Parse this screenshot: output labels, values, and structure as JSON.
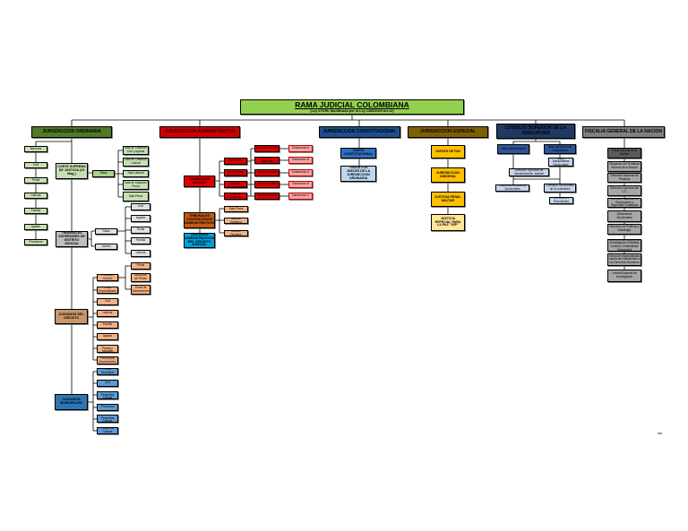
{
  "title": {
    "main": "RAMA JUDICIAL COLOMBIANA",
    "sub": "(Ley 270/96, Modificada por la Ley 1285/2009 Art.12)"
  },
  "ordinaria": {
    "label": "JURISDICCION ORDINARIA",
    "especialidades": [
      "Menores",
      "Civil",
      "Penal",
      "Laboral",
      "Familia",
      "Agrario",
      "Promiscuo"
    ],
    "corte": "CORTE SUPREMA DE JUSTICIA (23 Mag.)",
    "corte_salas_label": "Salas",
    "corte_salas": [
      "Sala de Casación Civil y Agraria",
      "Sala de Casación Laboral",
      "Sala Laboral",
      "Sala de Casación Penal",
      "Sala Plena"
    ],
    "tribunales": "TRIBUNALES SUPERIORES DE DISTRITO JUDICIAL",
    "tribunales_sub": [
      "Salas",
      "Jueces"
    ],
    "tribunales_salas": [
      "Civil",
      "Agrario",
      "Penal",
      "Familia",
      "Laboral"
    ],
    "circuito": "JUZGADOS DEL CIRCUITO",
    "circuito_items": [
      "Penal del Circuito",
      "Penal Especializado",
      "Civil",
      "Laboral",
      "Familia",
      "Agrario",
      "Ejecución de Penas y Medidas",
      "Penal para Adolescentes"
    ],
    "circuito_penal": [
      "Penal",
      "Ejecución de Penas",
      "Penal de Adolescentes"
    ],
    "municipales": "JUZGADOS MUNICIPALES",
    "municipales_items": [
      "Penal Municipal",
      "Civil",
      "Laboral de Pequeñas Causas",
      "Promiscuo",
      "Civil de Pequeñas Causas",
      "Pequeñas Causas"
    ]
  },
  "administrativa": {
    "label": "JURISDICCION ADMINISTRATIVA",
    "consejo": "CONSEJO DE ESTADO",
    "salas": [
      "Sala Plena",
      "Sala de lo Contencioso Administrativo",
      "Sala de Consulta y Servicio Civil",
      "Sala de Gobierno"
    ],
    "secciones": [
      "Sección Primera",
      "Sección Segunda",
      "Sección Tercera",
      "Sección Cuarta",
      "Sección Quinta"
    ],
    "subsecciones": [
      "Subsección A",
      "Subsección B",
      "Subsección A",
      "Subsección B",
      "Subsección C"
    ],
    "tribunales": "TRIBUNALES CONTENCIOSOS ADMINISTRATIVOS",
    "tribunales_salas": [
      "Sala Plena",
      "Sala de Gobierno",
      "Sala de Decisión"
    ],
    "juzgados": "JUZGADOS ADMINISTRATIVOS DEL CIRCUITO JUDICIAL"
  },
  "constitucional": {
    "label": "JURISDICCION CONSTITUCIONAL",
    "corte": "CORTE CONSTITUCIONAL",
    "jueces": "TODOS LOS JUECES DE LA JURISDICCION ORDINARIA"
  },
  "especial": {
    "label": "JURISDICCION ESPECIAL",
    "items": [
      "JUECES DE PAZ",
      "JURISDICCION INDIGENA",
      "JUSTICIA PENAL MILITAR",
      "JUSTICIA ESPECIAL PARA LA PAZ \"JEP\""
    ]
  },
  "consejo_superior": {
    "label": "CONSEJO SUPERIOR DE LA JUDICATURA",
    "sala_administrativa": "Sala Administrativa",
    "sala_disciplinaria": "Sala Jurisdiccional Disciplinaria",
    "salas_disciplinarias_seccionales": "Salas Disciplinarias Seccionales",
    "direccion_ejecutiva": "Dirección Ejecutiva de Administración Judicial",
    "salas_administrativas_seccionales": "Salas Administrativas Seccionales",
    "consejos_seccionales": "Consejos Seccionales de la Judicatura",
    "direcciones_seccionales": "Direcciones Seccionales"
  },
  "fiscalia": {
    "label": "FISCALIA GENERAL DE LA NACION",
    "items": [
      "Fiscal General de la Nación",
      "Despacho del Vicefiscal General de la Nación",
      "Dirección Nacional de Fiscalías",
      "Dirección Nacional del CTI",
      "Dirección Nacional de Seccionales y Seguridad Ciudadana",
      "Direcciones Seccionales",
      "Dirección de Políticas y Estrategia",
      "Dirección de Apoyo a la Investigación y Análisis contra la Criminalidad Organizada",
      "Dirección Especializada contra las Violaciones a los Derechos Humanos",
      "Unidad Especial de Investigación"
    ]
  }
}
